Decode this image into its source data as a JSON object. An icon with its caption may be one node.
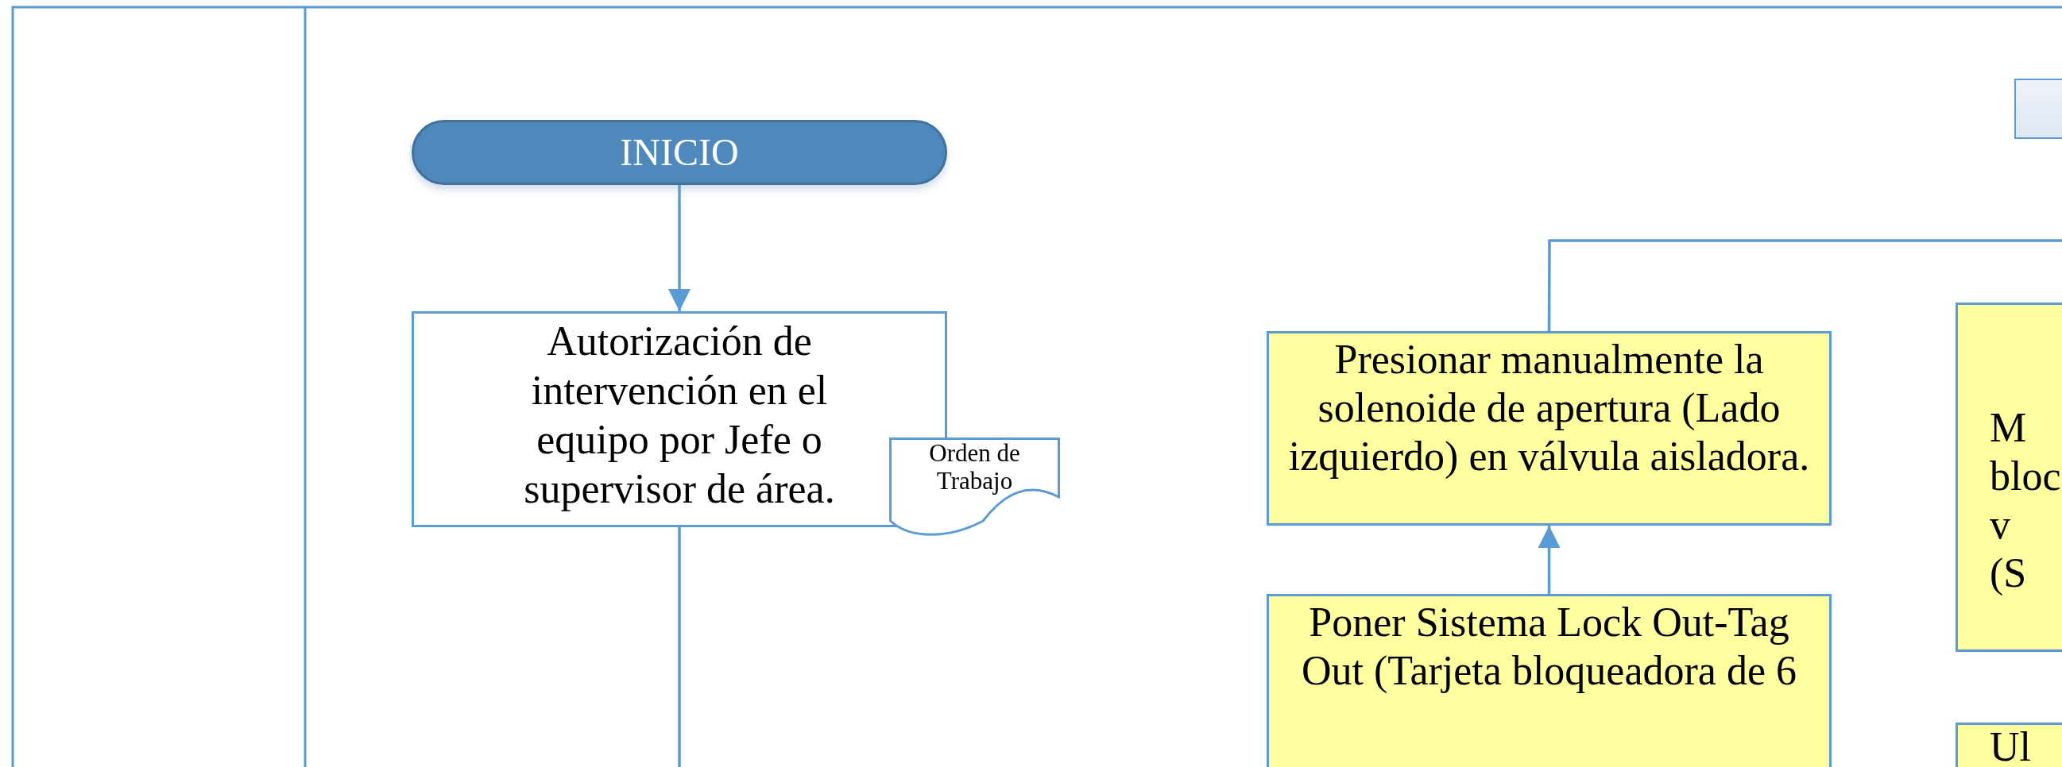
{
  "diagram": {
    "nodes": [
      {
        "text": [
          "INICIO"
        ]
      },
      {
        "text": [
          "Autorización de intervención en el equipo por Jefe o supervisor de área."
        ]
      },
      {
        "text": [
          "Orden de Trabajo"
        ]
      },
      {
        "text": [],
        "shape": "box"
      },
      {
        "text": [
          "Presionar manualmente la solenoide de apertura (Lado izquierdo) en válvula aisladora."
        ]
      },
      {
        "text": [
          "M bloc v (S"
        ]
      },
      {
        "text": [
          "Poner Sistema Lock Out-Tag Out (Tarjeta bloqueadora de 6"
        ]
      },
      {
        "text": [
          "Ul"
        ]
      }
    ],
    "edges": [
      {
        "from": 0,
        "to": 1,
        "arrow": "to"
      },
      {
        "from": 1,
        "to": null,
        "arrow": "none"
      },
      {
        "from": 6,
        "to": 4,
        "arrow": "to"
      },
      {
        "from": 4,
        "to": null,
        "arrow": "none"
      }
    ]
  }
}
